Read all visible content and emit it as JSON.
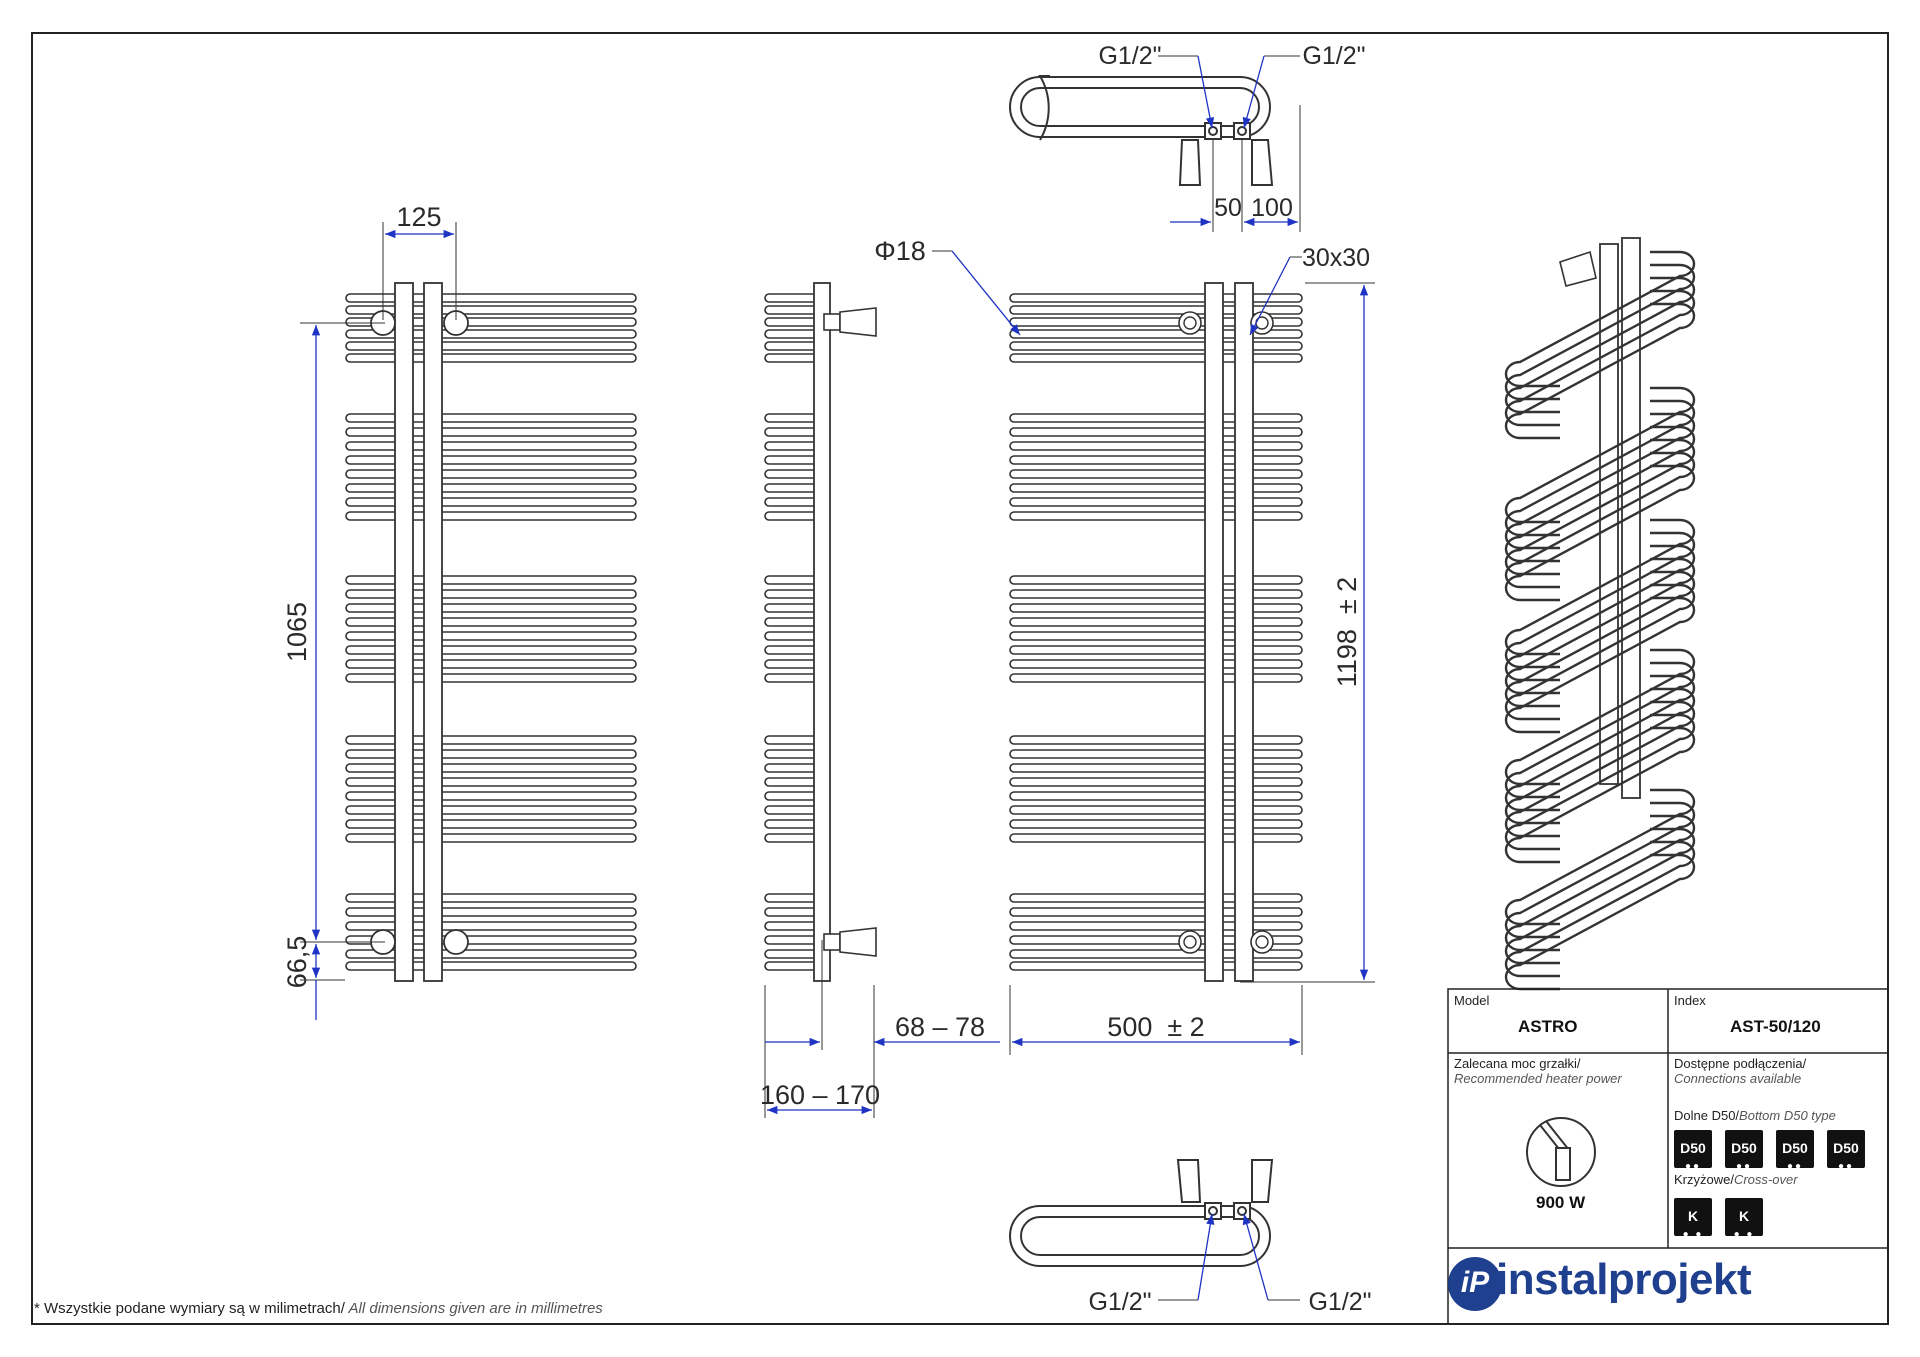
{
  "colors": {
    "line": "#333333",
    "dimension": "#1f33c4",
    "brand": "#1f3f8f"
  },
  "dimensions": {
    "center_spacing": "125",
    "height_axis": "1065",
    "bottom_offset": "66,5",
    "depth_range": "68 – 78",
    "total_depth": "160 – 170",
    "width": "500  ± 2",
    "height": "1198  ± 2",
    "tube_diameter": "Φ18",
    "profile": "30x30",
    "connection_spacing": "50",
    "connection_offset": "100",
    "thread": "G1/2\""
  },
  "title_block": {
    "model_label": "Model",
    "model_value": "ASTRO",
    "index_label": "Index",
    "index_value": "AST-50/120",
    "power_label_pl": "Zalecana moc grzałki/",
    "power_label_en": "Recommended heater power",
    "power_value": "900 W",
    "connections_label_pl": "Dostępne podłączenia/",
    "connections_label_en": "Connections available",
    "bottom_type_pl": "Dolne D50/",
    "bottom_type_en": "Bottom D50 type",
    "bottom_badges": [
      "D50",
      "D50",
      "D50",
      "D50"
    ],
    "cross_type_pl": "Krzyżowe/",
    "cross_type_en": "Cross-over",
    "cross_badges": [
      "K",
      "K"
    ]
  },
  "footnote_pl": "* Wszystkie podane wymiary są w milimetrach/",
  "footnote_en": " All dimensions given are in millimetres",
  "brand_name": "instalprojekt",
  "brand_logo_letters": "iP"
}
